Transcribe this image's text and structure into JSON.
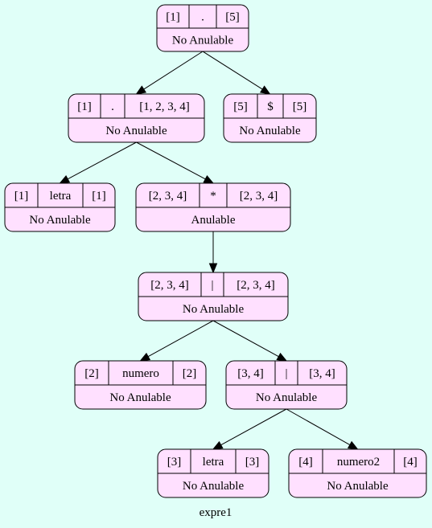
{
  "caption": "expre1",
  "colors": {
    "background": "#e0fff8",
    "node_fill": "#ffe0ff",
    "stroke": "#000000"
  },
  "nodes": [
    {
      "id": "n1",
      "first": "[1]",
      "symbol": ".",
      "last": "[5]",
      "nullable": "No Anulable"
    },
    {
      "id": "n2",
      "first": "[1]",
      "symbol": ".",
      "last": "[1, 2, 3, 4]",
      "nullable": "No Anulable"
    },
    {
      "id": "n3",
      "first": "[5]",
      "symbol": "$",
      "last": "[5]",
      "nullable": "No Anulable"
    },
    {
      "id": "n4",
      "first": "[1]",
      "symbol": "letra",
      "last": "[1]",
      "nullable": "No Anulable"
    },
    {
      "id": "n5",
      "first": "[2, 3, 4]",
      "symbol": "*",
      "last": "[2, 3, 4]",
      "nullable": "Anulable"
    },
    {
      "id": "n6",
      "first": "[2, 3, 4]",
      "symbol": "|",
      "last": "[2, 3, 4]",
      "nullable": "No Anulable"
    },
    {
      "id": "n7",
      "first": "[2]",
      "symbol": "numero",
      "last": "[2]",
      "nullable": "No Anulable"
    },
    {
      "id": "n8",
      "first": "[3, 4]",
      "symbol": "|",
      "last": "[3, 4]",
      "nullable": "No Anulable"
    },
    {
      "id": "n9",
      "first": "[3]",
      "symbol": "letra",
      "last": "[3]",
      "nullable": "No Anulable"
    },
    {
      "id": "n10",
      "first": "[4]",
      "symbol": "numero2",
      "last": "[4]",
      "nullable": "No Anulable"
    }
  ],
  "edges": [
    {
      "from": "n1",
      "to": "n2"
    },
    {
      "from": "n1",
      "to": "n3"
    },
    {
      "from": "n2",
      "to": "n4"
    },
    {
      "from": "n2",
      "to": "n5"
    },
    {
      "from": "n5",
      "to": "n6"
    },
    {
      "from": "n6",
      "to": "n7"
    },
    {
      "from": "n6",
      "to": "n8"
    },
    {
      "from": "n8",
      "to": "n9"
    },
    {
      "from": "n8",
      "to": "n10"
    }
  ]
}
